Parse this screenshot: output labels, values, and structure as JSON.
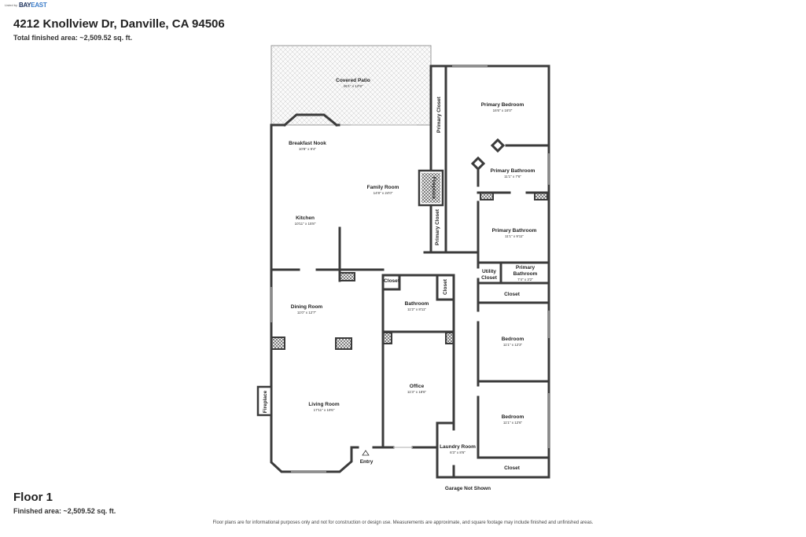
{
  "logo": {
    "prefix": "Listed by",
    "brand_main": "BAY",
    "brand_accent": "EAST"
  },
  "header": {
    "address": "4212 Knollview Dr, Danville, CA 94506",
    "total_area": "Total finished area: ~2,509.52 sq. ft."
  },
  "footer": {
    "floor_label": "Floor 1",
    "finished_area": "Finished area: ~2,509.52 sq. ft.",
    "disclaimer": "Floor plans are for informational purposes only and not for construction or design use. Measurements are approximate, and square footage may include finished and unfinished areas."
  },
  "rooms": {
    "covered_patio": {
      "name": "Covered Patio",
      "dims": "26'1\" x 12'9\""
    },
    "breakfast_nook": {
      "name": "Breakfast Nook",
      "dims": "10'8\" x 9'4\""
    },
    "family_room": {
      "name": "Family Room",
      "dims": "14'8\" x 24'0\""
    },
    "kitchen": {
      "name": "Kitchen",
      "dims": "10'11\" x 15'8\""
    },
    "dining_room": {
      "name": "Dining Room",
      "dims": "11'0\" x 12'7\""
    },
    "living_room": {
      "name": "Living Room",
      "dims": "17'11\" x 19'6\""
    },
    "primary_bedroom": {
      "name": "Primary Bedroom",
      "dims": "16'6\" x 16'0\""
    },
    "primary_bathroom_1": {
      "name": "Primary Bathroom",
      "dims": "11'1\" x 7'6\""
    },
    "primary_bathroom_2": {
      "name": "Primary Bathroom",
      "dims": "11'1\" x 9'11\""
    },
    "primary_bathroom_3": {
      "name_line1": "Primary",
      "name_line2": "Bathroom",
      "dims": "7'4\" x 3'2\""
    },
    "utility_closet": {
      "name_line1": "Utility",
      "name_line2": "Closet"
    },
    "bathroom": {
      "name": "Bathroom",
      "dims": "11'2\" x 8'11\""
    },
    "office": {
      "name": "Office",
      "dims": "11'3\" x 18'6\""
    },
    "bedroom_1": {
      "name": "Bedroom",
      "dims": "11'1\" x 12'3\""
    },
    "bedroom_2": {
      "name": "Bedroom",
      "dims": "11'1\" x 12'6\""
    },
    "laundry_room": {
      "name": "Laundry Room",
      "dims": "6'3\" x 8'6\""
    },
    "closet_bath": {
      "name": "Closet"
    },
    "closet_bath_side": {
      "name": "Closet"
    },
    "closet_bed1": {
      "name": "Closet"
    },
    "closet_bed2": {
      "name": "Closet"
    },
    "primary_closet_1": {
      "name": "Primary Closet"
    },
    "primary_closet_2": {
      "name": "Primary Closet"
    },
    "fireplace_family": {
      "name": "Fireplace"
    },
    "fireplace_living": {
      "name": "Fireplace"
    }
  },
  "labels": {
    "entry": "Entry",
    "garage": "Garage Not Shown"
  }
}
